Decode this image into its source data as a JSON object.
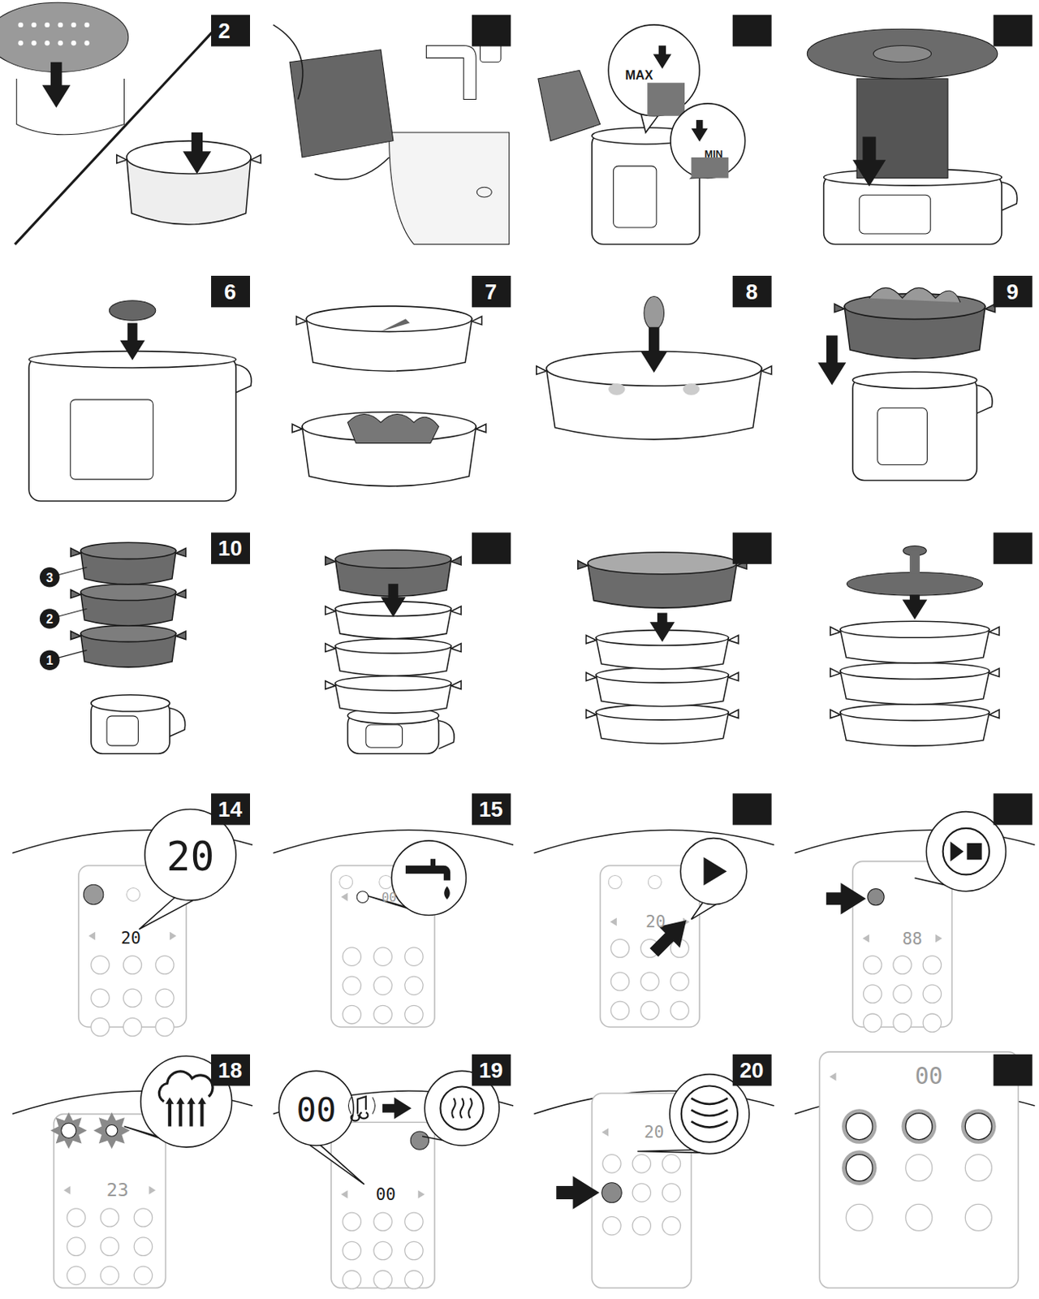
{
  "diagram": {
    "labels": [
      "2",
      "MAX",
      "MIN",
      "6",
      "7",
      "8",
      "9",
      "10",
      "3",
      "2",
      "1",
      "14",
      "20",
      "20",
      "15",
      "00",
      "20",
      "88",
      "18",
      "23",
      "19",
      "00",
      "00",
      "20",
      "20",
      "00"
    ]
  }
}
